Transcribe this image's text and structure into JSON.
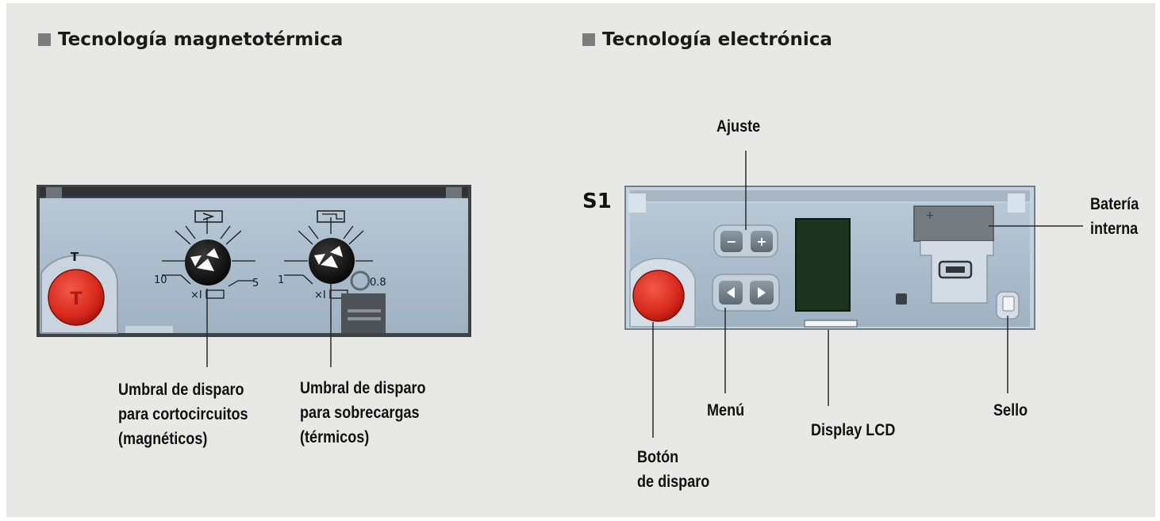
{
  "titles": {
    "left": "Tecnología magnetotérmica",
    "right": "Tecnología electrónica"
  },
  "left_panel": {
    "dial1": {
      "min_label": "10",
      "max_label": "5",
      "unit_label": "×I"
    },
    "dial2": {
      "min_label": "1",
      "max_label": "0.8",
      "unit_label": "×I"
    },
    "trip_symbol": "T",
    "trip_button_symbol": "T"
  },
  "left_captions": {
    "magnetic": [
      "Umbral de disparo",
      "para cortocircuitos",
      "(magnéticos)"
    ],
    "thermal": [
      "Umbral de disparo",
      "para sobrecargas",
      "(térmicos)"
    ]
  },
  "right_panel": {
    "model": "S1",
    "adjust_minus": "−",
    "adjust_plus": "+",
    "battery_plus": "+"
  },
  "right_captions": {
    "ajuste": "Ajuste",
    "bateria": [
      "Batería",
      "interna"
    ],
    "menu": "Menú",
    "display": "Display LCD",
    "sello": "Sello",
    "boton": [
      "Botón",
      "de disparo"
    ]
  },
  "colors": {
    "panel": "#a9bccc",
    "frame": "#3e4346",
    "trip_button": "#d8281c",
    "lcd": "#1c3320",
    "leader_line": "#2a2a2a"
  }
}
